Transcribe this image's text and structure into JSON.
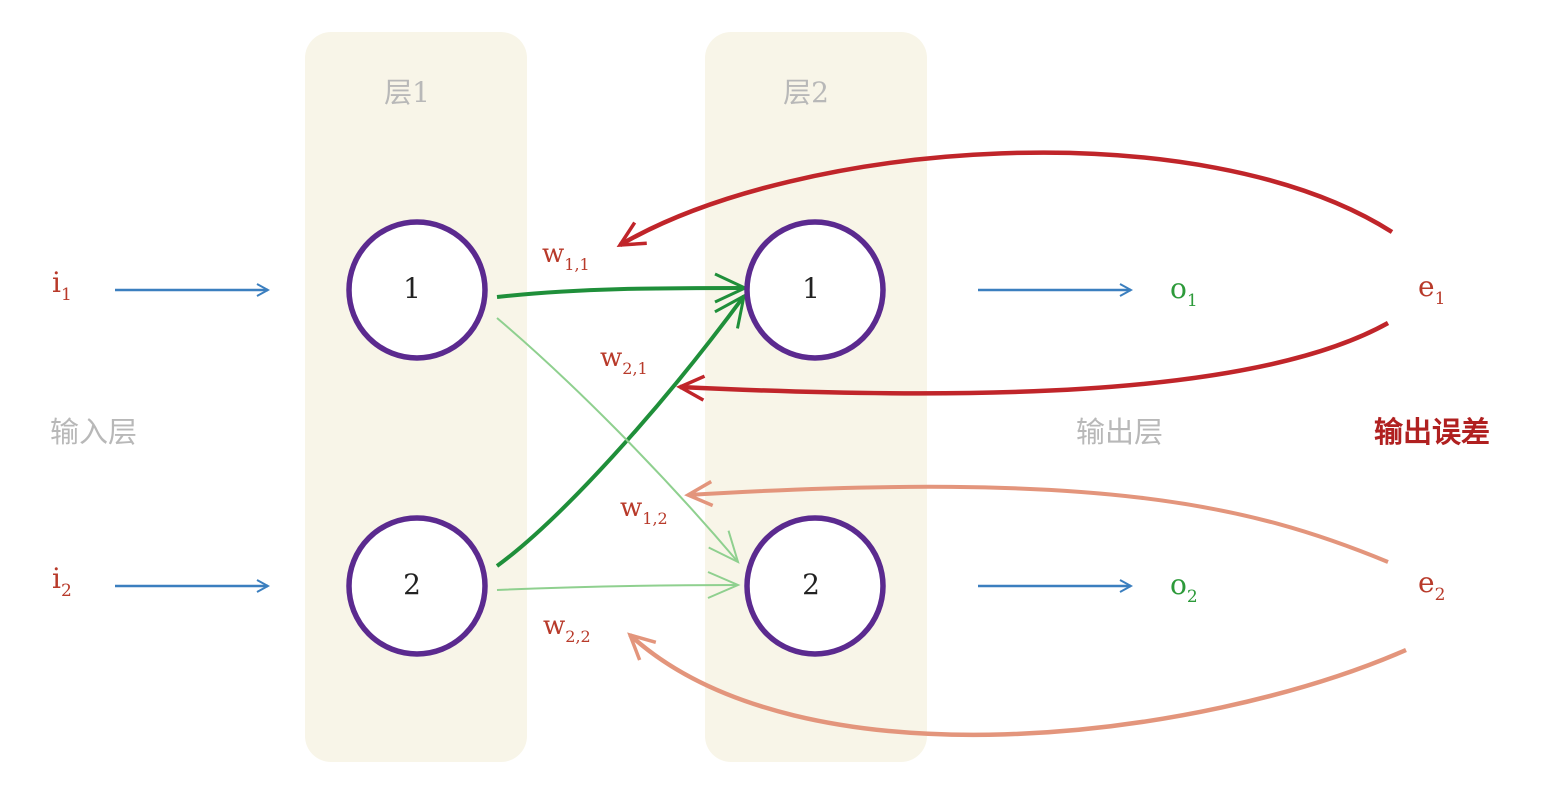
{
  "layers": {
    "layer1_title": "层1",
    "layer2_title": "层2",
    "input_layer_label": "输入层",
    "output_layer_label": "输出层",
    "output_error_label": "输出误差"
  },
  "nodes": {
    "layer1": [
      "1",
      "2"
    ],
    "layer2": [
      "1",
      "2"
    ]
  },
  "inputs": [
    {
      "base": "i",
      "sub": "1"
    },
    {
      "base": "i",
      "sub": "2"
    }
  ],
  "outputs": [
    {
      "base": "o",
      "sub": "1"
    },
    {
      "base": "o",
      "sub": "2"
    }
  ],
  "errors": [
    {
      "base": "e",
      "sub": "1"
    },
    {
      "base": "e",
      "sub": "2"
    }
  ],
  "weights": [
    {
      "base": "w",
      "sub": "1,1"
    },
    {
      "base": "w",
      "sub": "2,1"
    },
    {
      "base": "w",
      "sub": "1,2"
    },
    {
      "base": "w",
      "sub": "2,2"
    }
  ],
  "colors": {
    "panel": "#f8f5e8",
    "panel_title": "#b8b8b8",
    "node_stroke": "#5b2a8f",
    "input_text": "#b83a2a",
    "input_arrow": "#3b7fbf",
    "output_text": "#2d9a3a",
    "error_text": "#b83a2a",
    "error_label": "#b02020",
    "side_label": "#b8b8b8",
    "strong_weight": "#1f8f3a",
    "light_weight": "#8fd08f",
    "strong_backprop": "#c0252a",
    "light_backprop": "#e3957c"
  }
}
